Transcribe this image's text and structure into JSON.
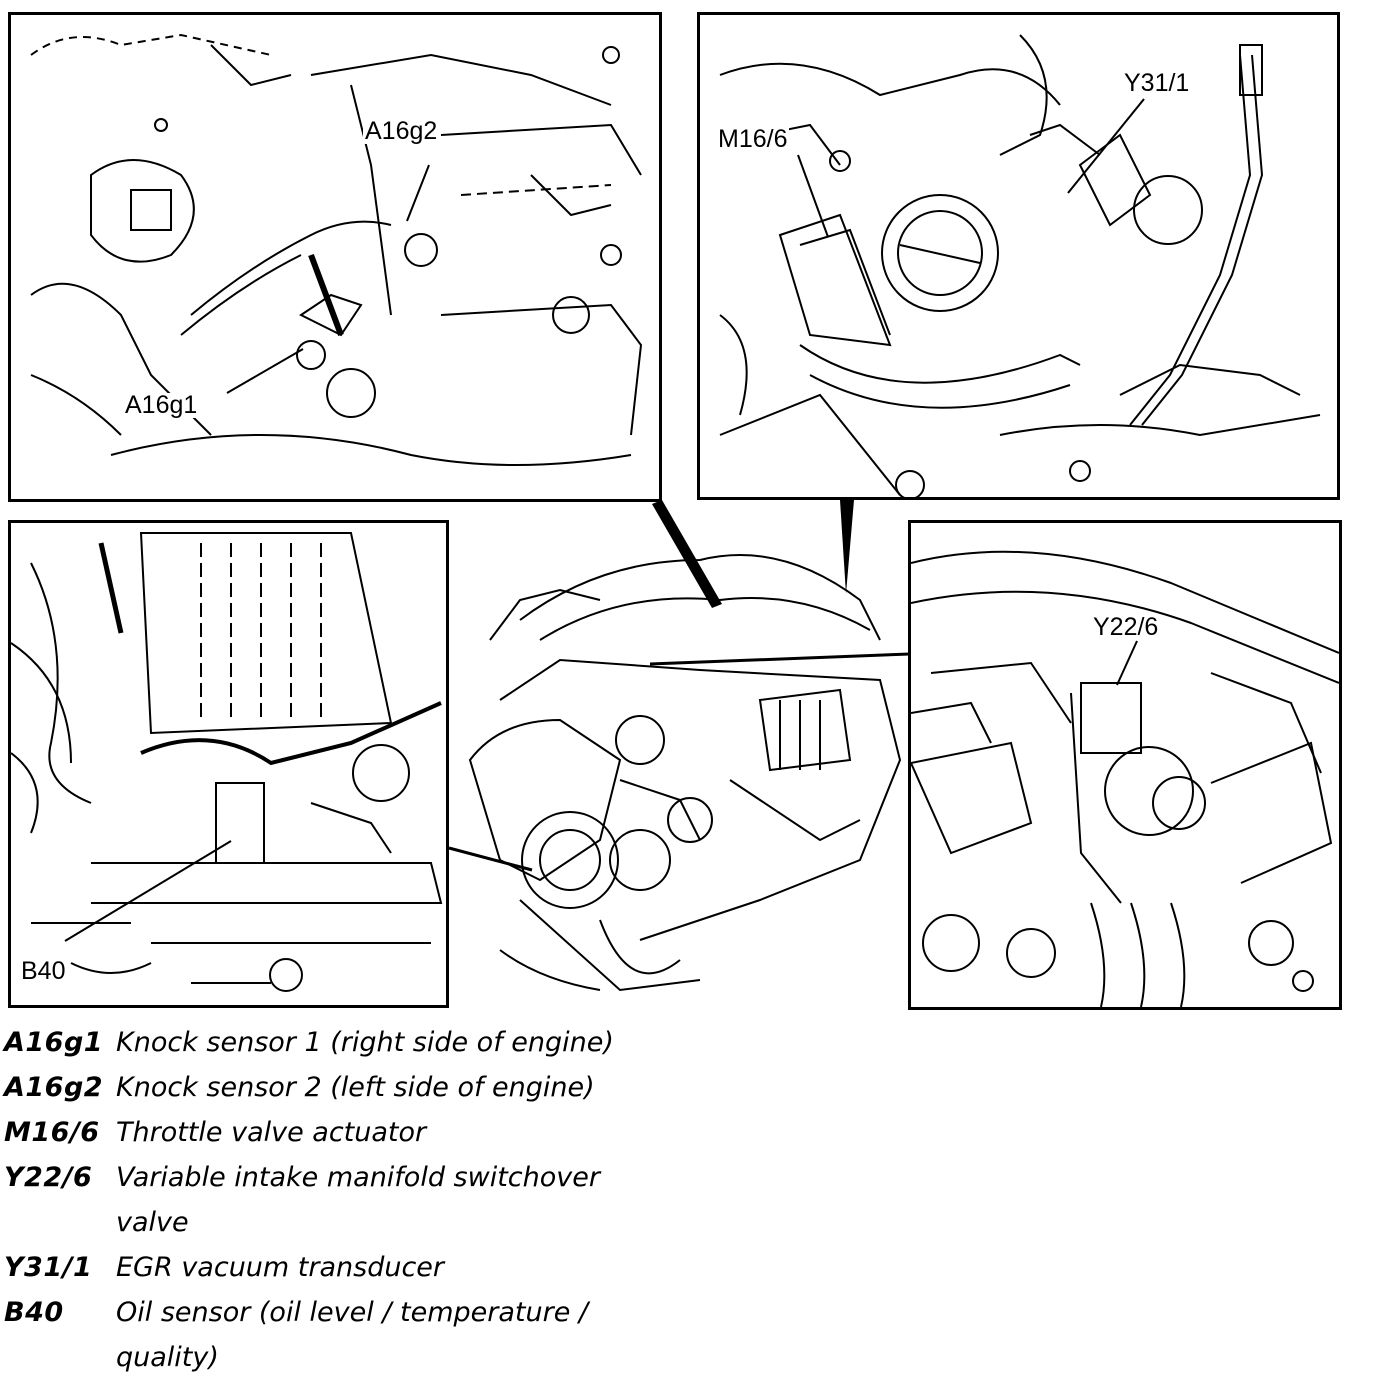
{
  "callouts": {
    "a16g2": "A16g2",
    "a16g1": "A16g1",
    "m16_6": "M16/6",
    "y31_1": "Y31/1",
    "y22_6": "Y22/6",
    "b40": "B40"
  },
  "legend": [
    {
      "code": "A16g1",
      "desc": "Knock sensor 1 (right side of engine)"
    },
    {
      "code": "A16g2",
      "desc": "Knock sensor 2 (left side of engine)"
    },
    {
      "code": "M16/6",
      "desc": "Throttle valve actuator"
    },
    {
      "code": "Y22/6",
      "desc": "Variable intake manifold switchover\nvalve"
    },
    {
      "code": "Y31/1",
      "desc": "EGR vacuum transducer"
    },
    {
      "code": "B40",
      "desc": "Oil sensor (oil level / temperature /\nquality)"
    }
  ],
  "colors": {
    "line": "#000000",
    "background": "#ffffff"
  }
}
